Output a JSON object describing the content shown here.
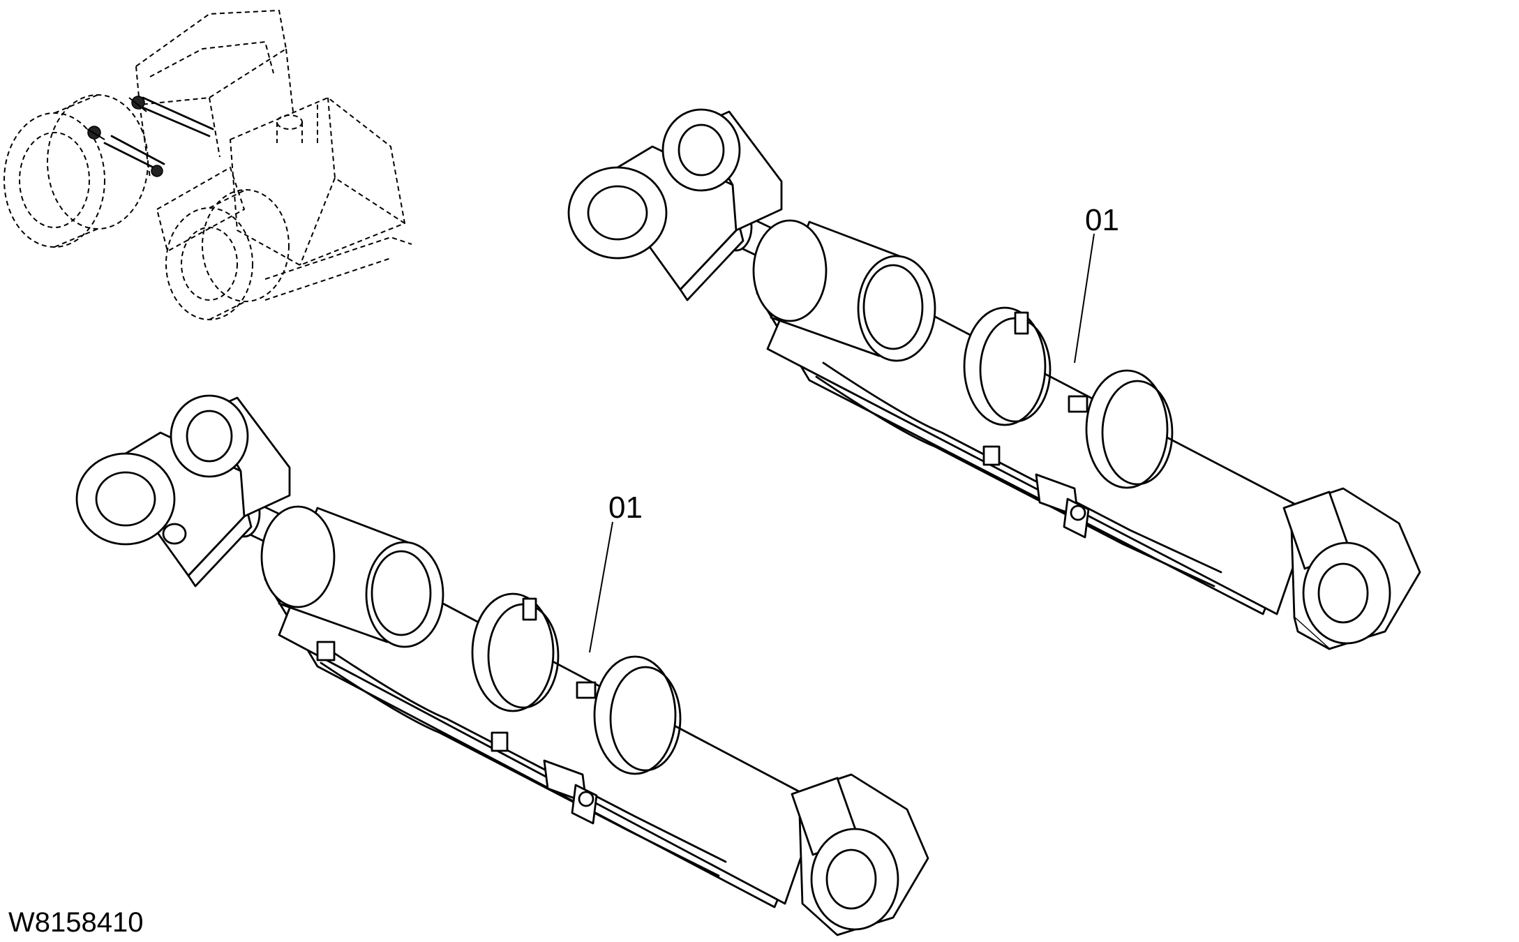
{
  "figure_id": "W8158410",
  "callouts": [
    {
      "label": "01",
      "part": "upper-cylinder"
    },
    {
      "label": "01",
      "part": "lower-cylinder"
    }
  ],
  "colors": {
    "line": "#000000",
    "background": "#ffffff"
  }
}
